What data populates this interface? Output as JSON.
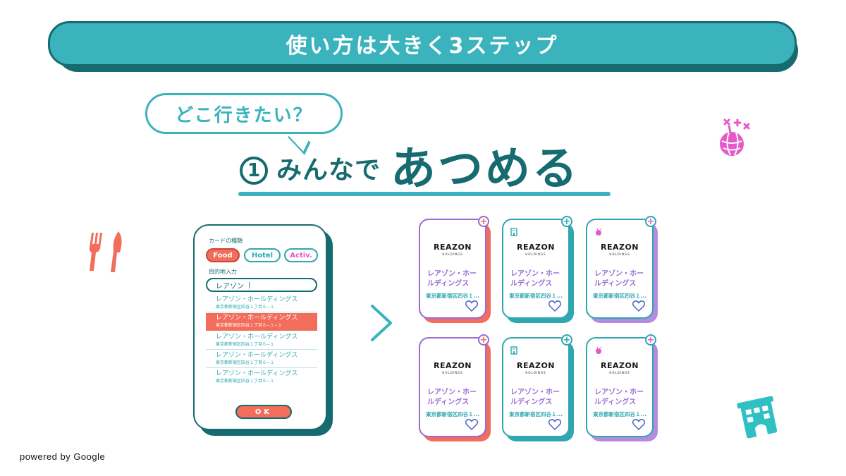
{
  "banner": {
    "title": "使い方は大きく3ステップ"
  },
  "bubble": {
    "text": "どこ行きたい？"
  },
  "step": {
    "number": "1",
    "subtitle": "みんなで",
    "title": "あつめる"
  },
  "form": {
    "card_type_label": "カードの種類",
    "chips": {
      "food": "Food",
      "hotel": "Hotel",
      "activity": "Activ."
    },
    "destination_label": "目的地入力",
    "input_value": "レアゾン",
    "suggestions": [
      {
        "name": "レアゾン・ホールディングス",
        "address": "東京都新宿区四谷１丁目６−１"
      },
      {
        "name": "レアゾン・ホールディングス",
        "address": "東京都新宿区四谷１丁目６−１−１"
      },
      {
        "name": "レアゾン・ホールディングス",
        "address": "東京都新宿区四谷１丁目６−１"
      },
      {
        "name": "レアゾン・ホールディングス",
        "address": "東京都新宿区四谷１丁目６−１"
      },
      {
        "name": "レアゾン・ホールディングス",
        "address": "東京都新宿区四谷１丁目６−１"
      }
    ],
    "ok_label": "OK"
  },
  "cards": [
    {
      "logo": "REAZON",
      "logo_sub": "HOLDINGS",
      "name": "レアゾン・ホールディングス",
      "address": "東京都新宿区四谷１...",
      "category": "food"
    },
    {
      "logo": "REAZON",
      "logo_sub": "HOLDINGS",
      "name": "レアゾン・ホールディングス",
      "address": "東京都新宿区四谷１...",
      "category": "hotel"
    },
    {
      "logo": "REAZON",
      "logo_sub": "HOLDINGS",
      "name": "レアゾン・ホールディングス",
      "address": "東京都新宿区四谷１...",
      "category": "activity"
    },
    {
      "logo": "REAZON",
      "logo_sub": "HOLDINGS",
      "name": "レアゾン・ホールディングス",
      "address": "東京都新宿区四谷１...",
      "category": "food"
    },
    {
      "logo": "REAZON",
      "logo_sub": "HOLDINGS",
      "name": "レアゾン・ホールディングス",
      "address": "東京都新宿区四谷１...",
      "category": "hotel"
    },
    {
      "logo": "REAZON",
      "logo_sub": "HOLDINGS",
      "name": "レアゾン・ホールディングス",
      "address": "東京都新宿区四谷１...",
      "category": "activity"
    }
  ],
  "colors": {
    "teal": "#3ab3bc",
    "dark_teal": "#156b70",
    "coral": "#f26d5b",
    "pink": "#e559c8",
    "purple": "#9b6bd6"
  },
  "footer": {
    "powered": "powered by Google"
  }
}
